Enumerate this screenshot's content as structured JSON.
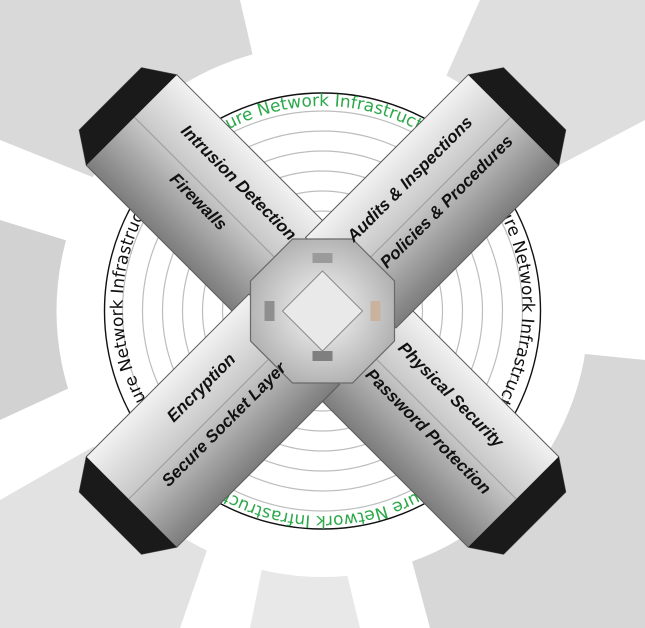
{
  "diagram": {
    "ring_labels": [
      {
        "text": "Secure Network Infrastructure",
        "color": "#2ba84a"
      },
      {
        "text": "Secure Network Infrastructure",
        "color": "#111111"
      },
      {
        "text": "Secure Network Infrastructure",
        "color": "#2ba84a"
      },
      {
        "text": "Secure Network Infrastructure",
        "color": "#111111"
      }
    ],
    "beams": {
      "top_left": [
        "Intrusion Detection",
        "Firewalls"
      ],
      "top_right": [
        "Audits & Inspections",
        "Policies & Procedures"
      ],
      "bottom_left": [
        "Encryption",
        "Secure Socket Layer"
      ],
      "bottom_right": [
        "Physical Security",
        "Password Protection"
      ]
    }
  }
}
